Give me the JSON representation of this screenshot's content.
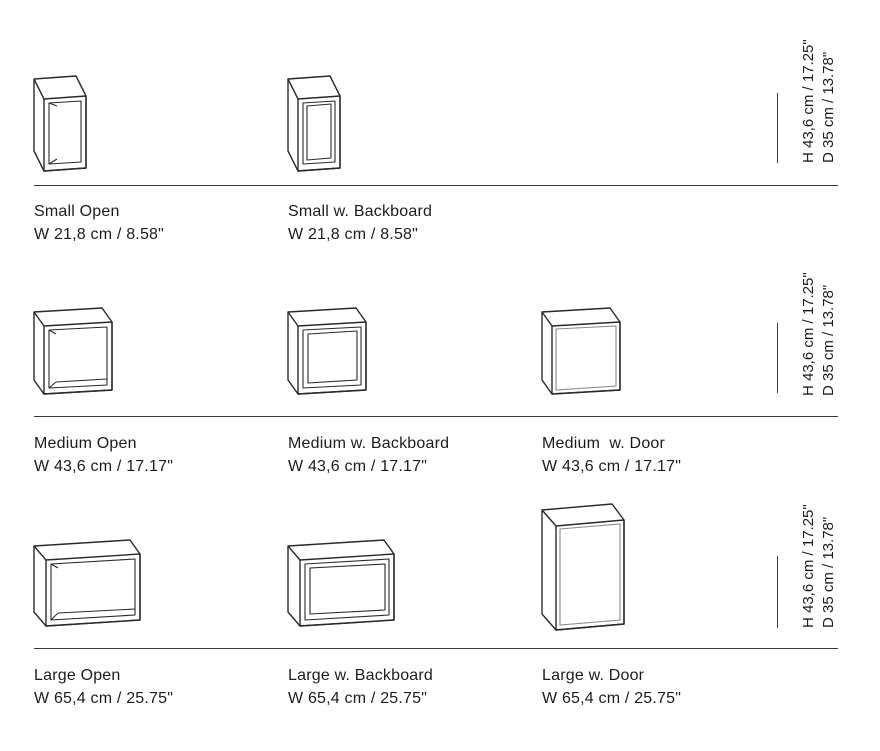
{
  "rows": [
    {
      "height_label": "H 43,6 cm / 17.25\"",
      "depth_label": "D 35 cm / 13.78\"",
      "modules": [
        {
          "name": "Small Open",
          "width": "W 21,8 cm / 8.58\""
        },
        {
          "name": "Small w. Backboard",
          "width": "W 21,8 cm / 8.58\""
        }
      ]
    },
    {
      "height_label": "H 43,6 cm / 17.25\"",
      "depth_label": "D 35 cm / 13.78\"",
      "modules": [
        {
          "name": "Medium Open",
          "width": "W 43,6 cm / 17.17\""
        },
        {
          "name": "Medium w. Backboard",
          "width": "W 43,6 cm / 17.17\""
        },
        {
          "name": "Medium  w. Door",
          "width": "W 43,6 cm / 17.17\""
        }
      ]
    },
    {
      "height_label": "H 43,6 cm / 17.25\"",
      "depth_label": "D 35 cm / 13.78\"",
      "modules": [
        {
          "name": "Large Open",
          "width": "W 65,4 cm / 25.75\""
        },
        {
          "name": "Large w. Backboard",
          "width": "W 65,4 cm / 25.75\""
        },
        {
          "name": "Large w. Door",
          "width": "W 65,4 cm / 25.75\""
        }
      ]
    }
  ]
}
